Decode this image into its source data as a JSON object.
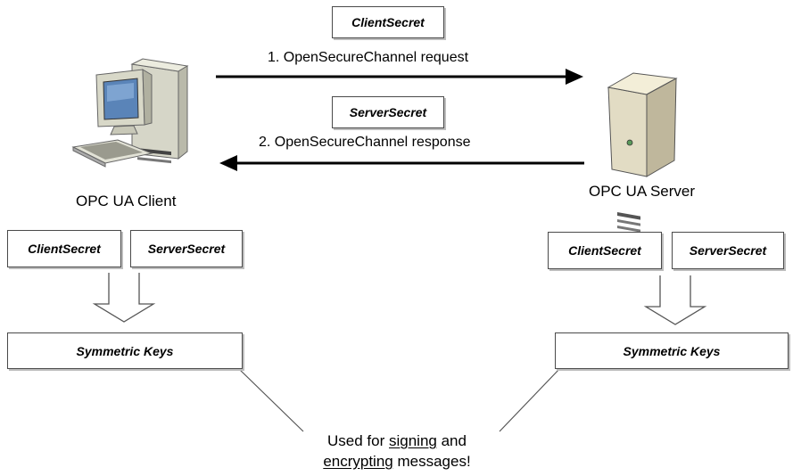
{
  "client": {
    "label": "OPC UA Client",
    "icon": "desktop-computer-icon"
  },
  "server": {
    "label": "OPC UA Server",
    "icon": "tower-server-icon"
  },
  "messages": [
    {
      "label": "1. OpenSecureChannel request",
      "payload": "ClientSecret",
      "direction": "client-to-server"
    },
    {
      "label": "2. OpenSecureChannel response",
      "payload": "ServerSecret",
      "direction": "server-to-client"
    }
  ],
  "secrets": {
    "client_secret": "ClientSecret",
    "server_secret": "ServerSecret"
  },
  "derived": "Symmetric Keys",
  "note": {
    "part1": "Used for ",
    "word1": "signing",
    "part2": " and",
    "word2": "encrypting",
    "part3": " messages!"
  },
  "colors": {
    "arrow": "#000000",
    "box_border": "#4a4a4a",
    "monitor": "#d8d8c8",
    "server_case": "#e2dcc4"
  }
}
